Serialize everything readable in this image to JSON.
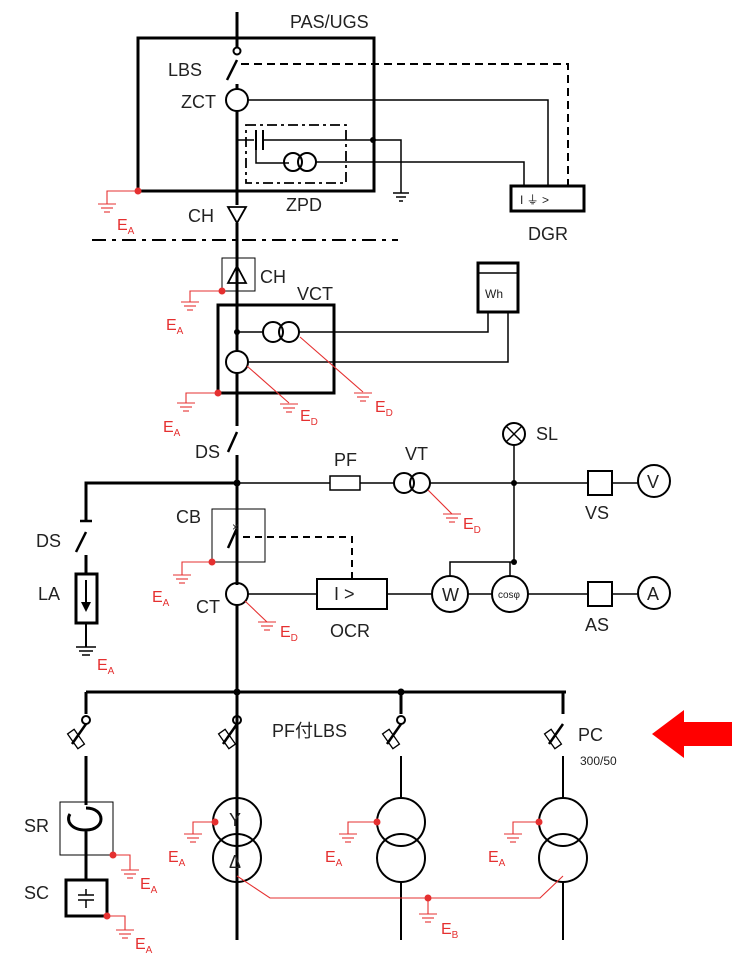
{
  "labels": {
    "pas_ugs": "PAS/UGS",
    "lbs": "LBS",
    "zct": "ZCT",
    "zpd": "ZPD",
    "dgr": "DGR",
    "ch_upper": "CH",
    "ch_lower": "CH",
    "vct": "VCT",
    "wh": "Wh",
    "ds_main": "DS",
    "pf": "PF",
    "vt": "VT",
    "sl": "SL",
    "vs": "VS",
    "v_meter": "V",
    "cb": "CB",
    "ds_la": "DS",
    "la": "LA",
    "ct": "CT",
    "ocr": "OCR",
    "ocr_relay": "I >",
    "w_meter": "W",
    "cosphi": "cosφ",
    "as": "AS",
    "a_meter": "A",
    "pf_lbs": "PF付LBS",
    "pc": "PC",
    "pc_rating": "300/50",
    "sr": "SR",
    "sc": "SC",
    "tr_y": "Y",
    "tr_delta": "Δ",
    "dgr_relay": "I ⏚ >"
  },
  "earth": {
    "letter": "E",
    "sub_a": "A",
    "sub_d": "D",
    "sub_b": "B"
  },
  "colors": {
    "line": "#000000",
    "earth": "#e53030",
    "arrow": "#ff0000"
  },
  "icons": {
    "pointer": "red-arrow-left-icon"
  }
}
